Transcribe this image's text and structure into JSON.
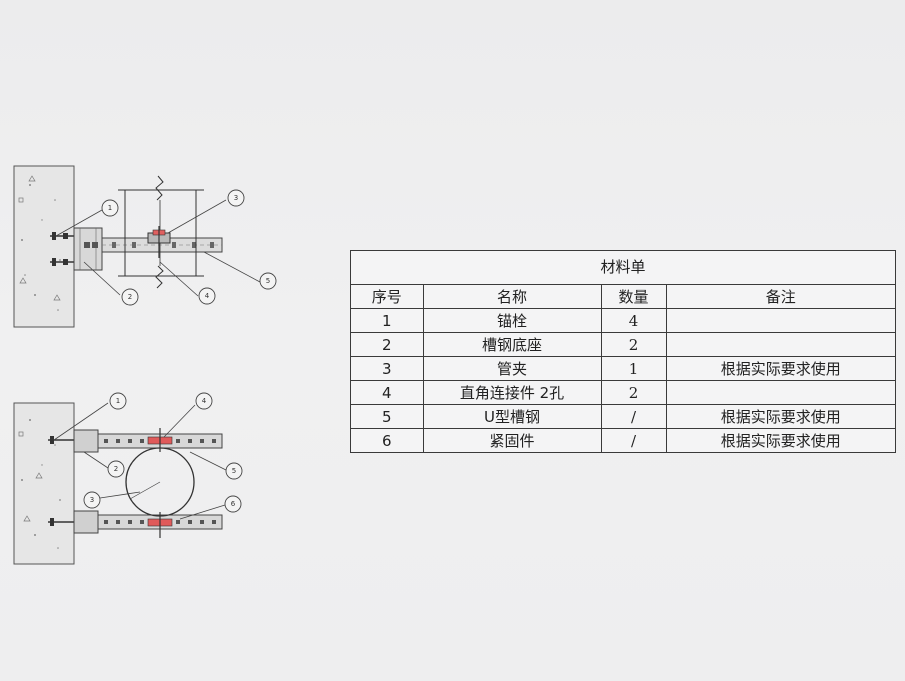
{
  "bom": {
    "title": "材料单",
    "headers": {
      "no": "序号",
      "name": "名称",
      "qty": "数量",
      "remark": "备注"
    },
    "rows": [
      {
        "no": "1",
        "name": "锚栓",
        "qty": "4",
        "remark": ""
      },
      {
        "no": "2",
        "name": "槽钢底座",
        "qty": "2",
        "remark": ""
      },
      {
        "no": "3",
        "name": "管夹",
        "qty": "1",
        "remark": "根据实际要求使用"
      },
      {
        "no": "4",
        "name": "直角连接件 2孔",
        "qty": "2",
        "remark": ""
      },
      {
        "no": "5",
        "name": "U型槽钢",
        "qty": "/",
        "remark": "根据实际要求使用"
      },
      {
        "no": "6",
        "name": "紧固件",
        "qty": "/",
        "remark": "根据实际要求使用"
      }
    ]
  },
  "drawing": {
    "top_view_callouts": [
      "1",
      "2",
      "3",
      "4",
      "5"
    ],
    "front_view_callouts": [
      "1",
      "2",
      "3",
      "4",
      "5",
      "6"
    ]
  }
}
